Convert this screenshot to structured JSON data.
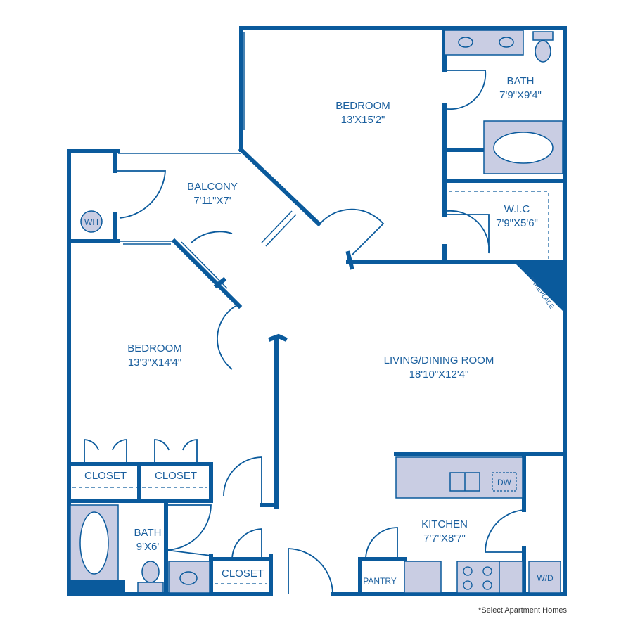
{
  "rooms": {
    "bedroom_master": {
      "name": "BEDROOM",
      "size": "13'X15'2\""
    },
    "bath_master": {
      "name": "BATH",
      "size": "7'9\"X9'4\""
    },
    "balcony": {
      "name": "BALCONY",
      "size": "7'11\"X7'"
    },
    "wic": {
      "name": "W.I.C",
      "size": "7'9\"X5'6\""
    },
    "bedroom_second": {
      "name": "BEDROOM",
      "size": "13'3\"X14'4\""
    },
    "living": {
      "name": "LIVING/DINING ROOM",
      "size": "18'10\"X12'4\""
    },
    "kitchen": {
      "name": "KITCHEN",
      "size": "7'7\"X8'7\""
    },
    "bath_second": {
      "name": "BATH",
      "size": "9'X6'"
    }
  },
  "labels": {
    "closet_1": "CLOSET",
    "closet_2": "CLOSET",
    "closet_3": "CLOSET",
    "pantry": "PANTRY",
    "water_heater": "WH",
    "dishwasher": "DW",
    "washer_dryer": "W/D",
    "fireplace": "*FIREPLACE"
  },
  "footnote": "*Select Apartment Homes",
  "colors": {
    "wall": "#0a5a9c",
    "fixture": "#c9cde3",
    "text": "#1a5f9e"
  }
}
